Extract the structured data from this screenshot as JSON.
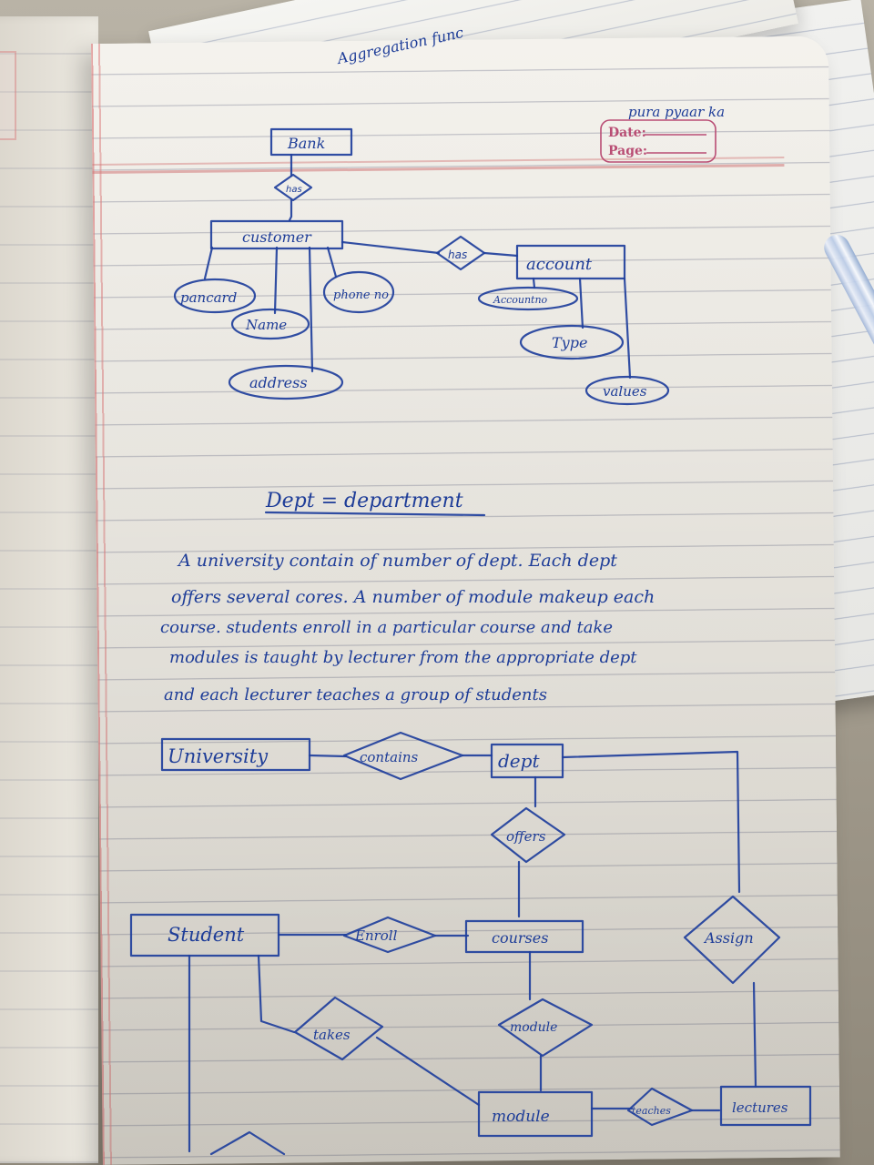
{
  "top_sheet_text": "Aggregation func",
  "header": {
    "owner_note": "pura pyaar ka",
    "date_label": "Date:",
    "page_label": "Page:"
  },
  "diagram_1": {
    "entities": [
      "Bank",
      "customer",
      "account"
    ],
    "relationships": [
      "has",
      "has"
    ],
    "attributes": [
      "pancard",
      "Name",
      "phone no",
      "address",
      "Accountno",
      "Type",
      "values"
    ]
  },
  "notes": {
    "definition": "Dept = department",
    "paragraph_lines": [
      "A university contain of number of dept. Each dept",
      "offers several cores. A number of module makeup each",
      "course. students enroll in a particular course and take",
      "modules is taught by lecturer from the appropriate dept",
      "and each lecturer teaches a group of students"
    ]
  },
  "diagram_2": {
    "entities": [
      "University",
      "dept",
      "Student",
      "courses",
      "module",
      "lectures"
    ],
    "relationships": [
      "contains",
      "offers",
      "Enroll",
      "takes",
      "module",
      "teaches",
      "Assign"
    ]
  }
}
